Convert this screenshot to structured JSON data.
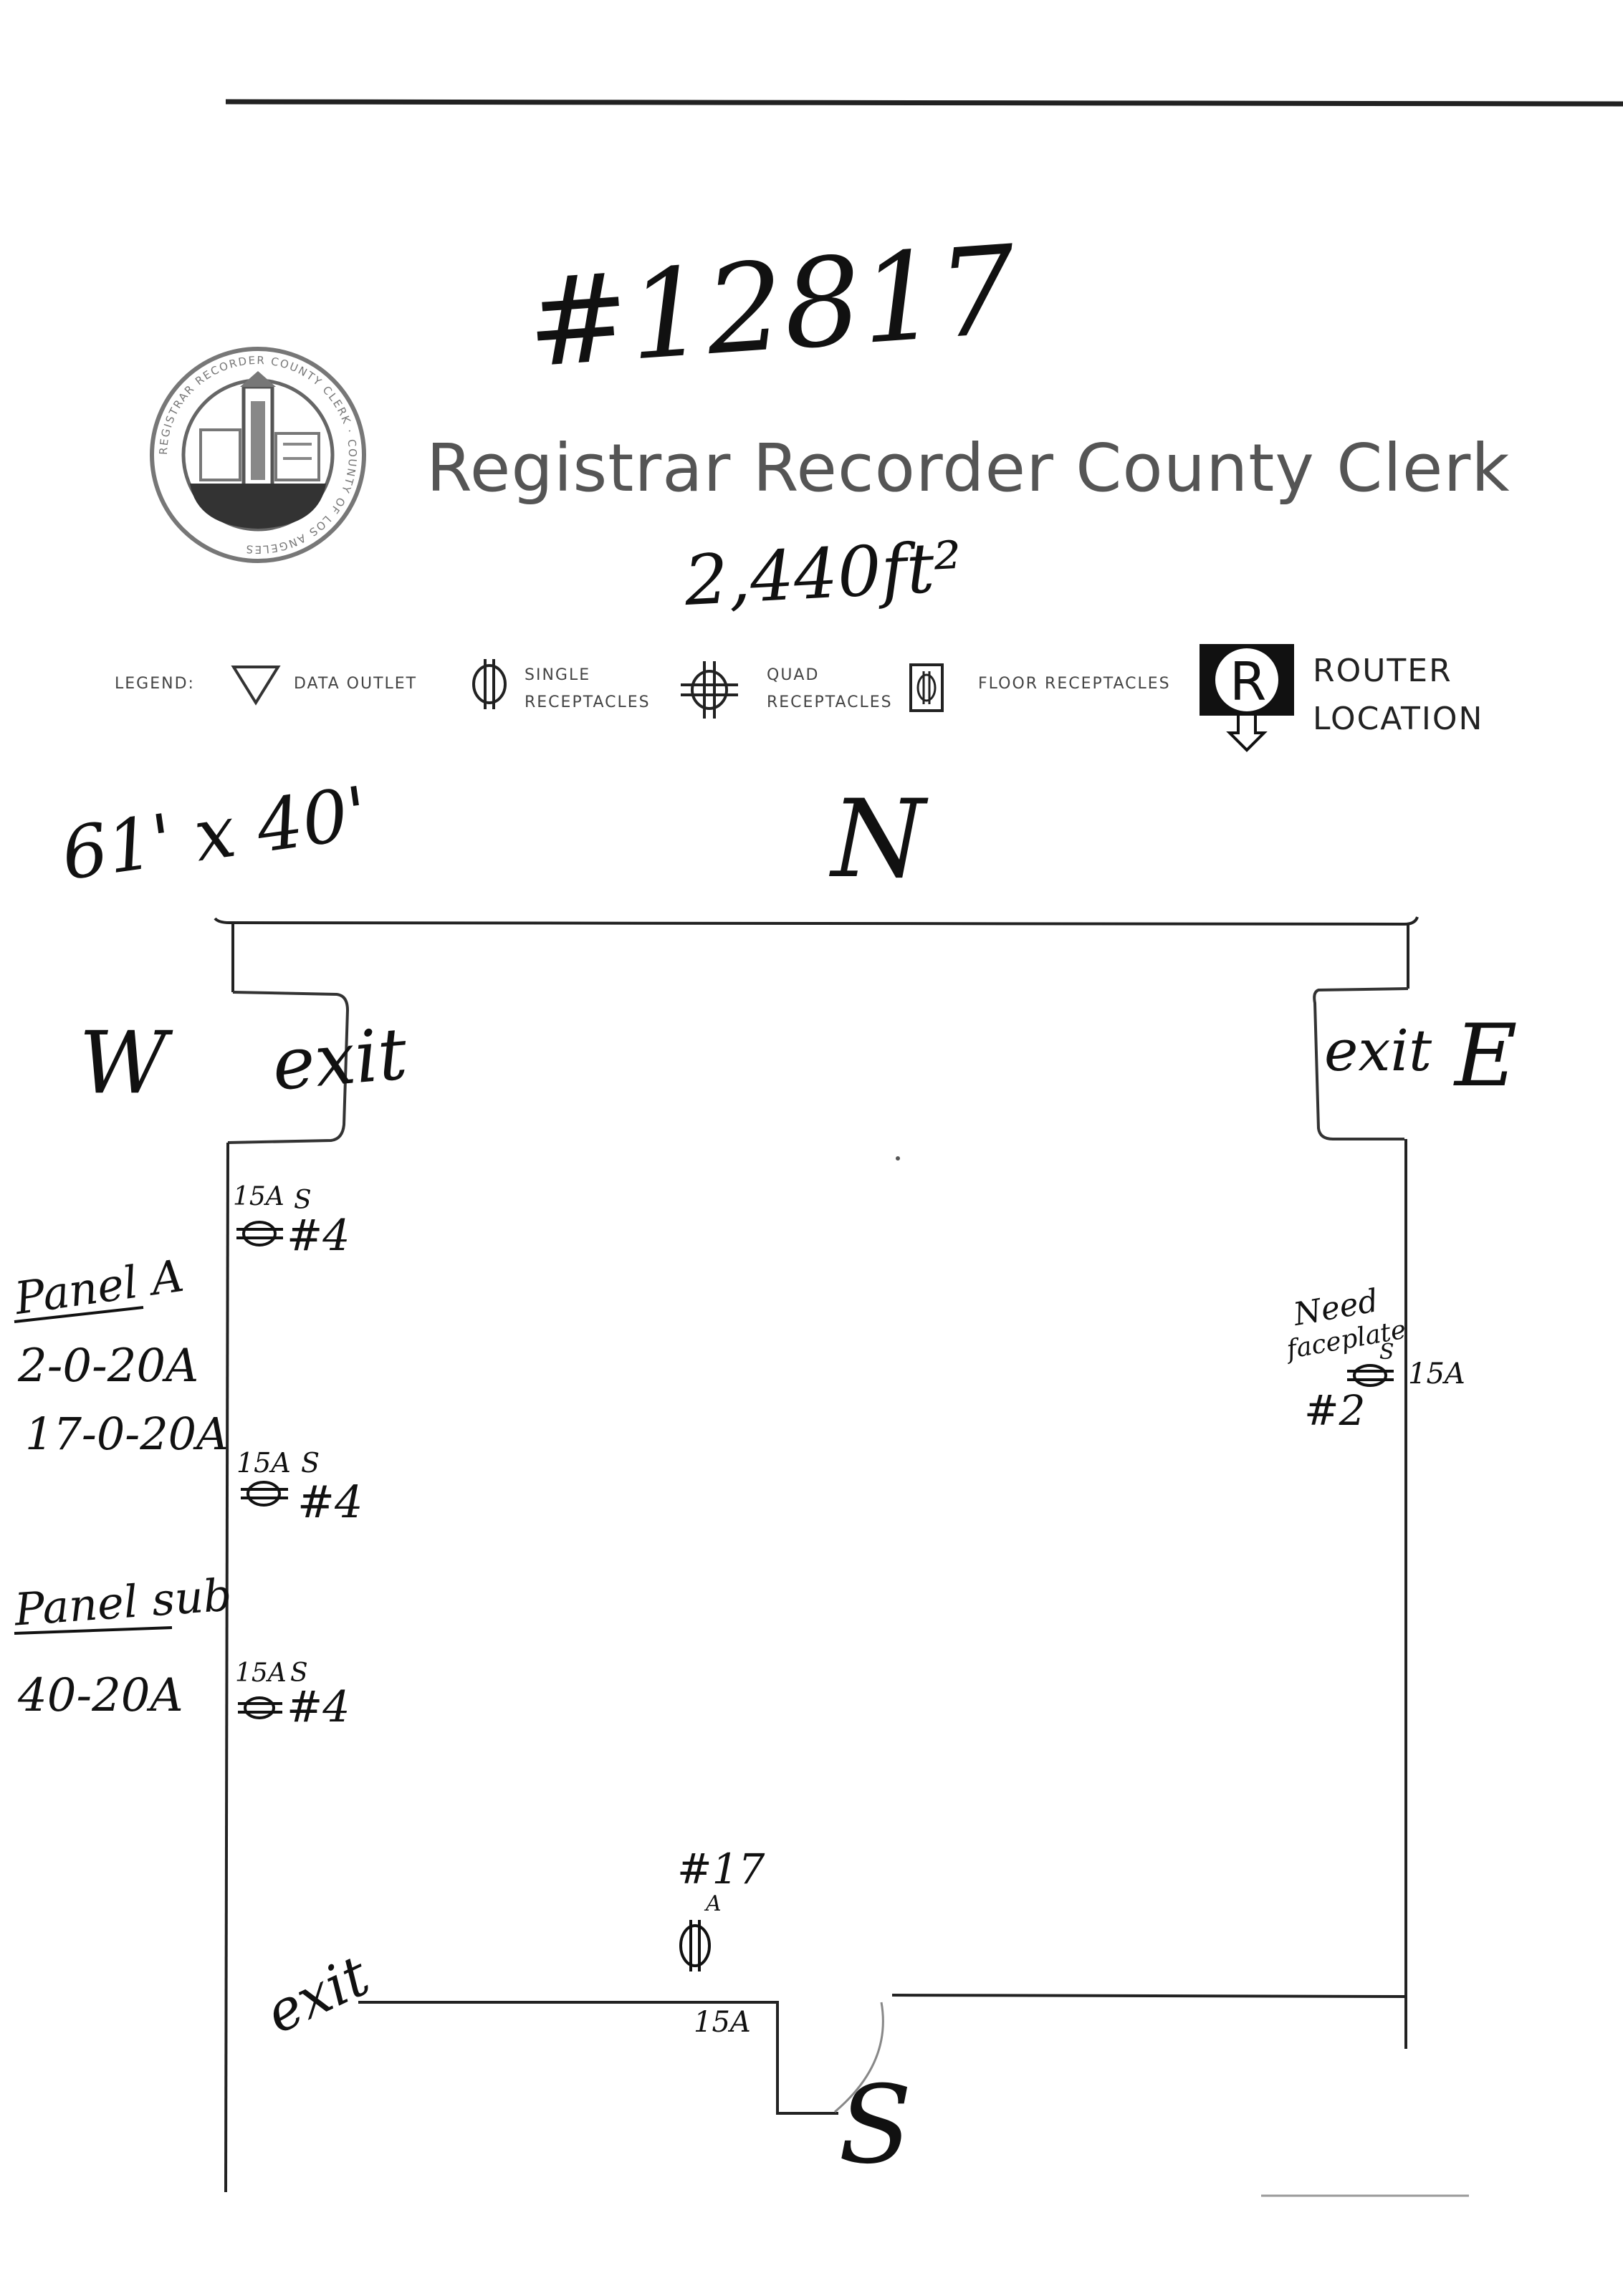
{
  "header": {
    "doc_number": "#12817",
    "title": "Registrar Recorder County Clerk",
    "area": "2,440ft²",
    "seal_text": "REGISTRAR RECORDER COUNTY CLERK · COUNTY OF LOS ANGELES"
  },
  "legend": {
    "label": "LEGEND:",
    "data_outlet": "DATA OUTLET",
    "single": [
      "SINGLE",
      "RECEPTACLES"
    ],
    "quad": [
      "QUAD",
      "RECEPTACLES"
    ],
    "floor": "FLOOR RECEPTACLES",
    "router_letter": "R",
    "router": [
      "ROUTER",
      "LOCATION"
    ]
  },
  "dimensions": "61' x 40'",
  "compass": {
    "north": "N",
    "south": "S",
    "east": "E",
    "west": "W"
  },
  "exits": {
    "west": "exit",
    "east": "exit",
    "south": "exit"
  },
  "west_outlets": [
    {
      "amps": "15A",
      "type": "S",
      "count": "#4"
    },
    {
      "amps": "15A",
      "type": "S",
      "count": "#4"
    },
    {
      "amps": "15A",
      "type": "S",
      "count": "#4"
    }
  ],
  "east_outlet": {
    "note_line1": "Need",
    "note_line2": "faceplate",
    "amps": "15A",
    "count": "#2",
    "type": "S"
  },
  "floor_outlet": {
    "count": "#17",
    "amps": "15A",
    "type": "A"
  },
  "panels": {
    "panel_a": {
      "title": "Panel A",
      "lines": [
        "2-0-20A",
        "17-0-20A"
      ]
    },
    "panel_sub": {
      "title": "Panel sub",
      "lines": [
        "40-20A"
      ]
    }
  }
}
